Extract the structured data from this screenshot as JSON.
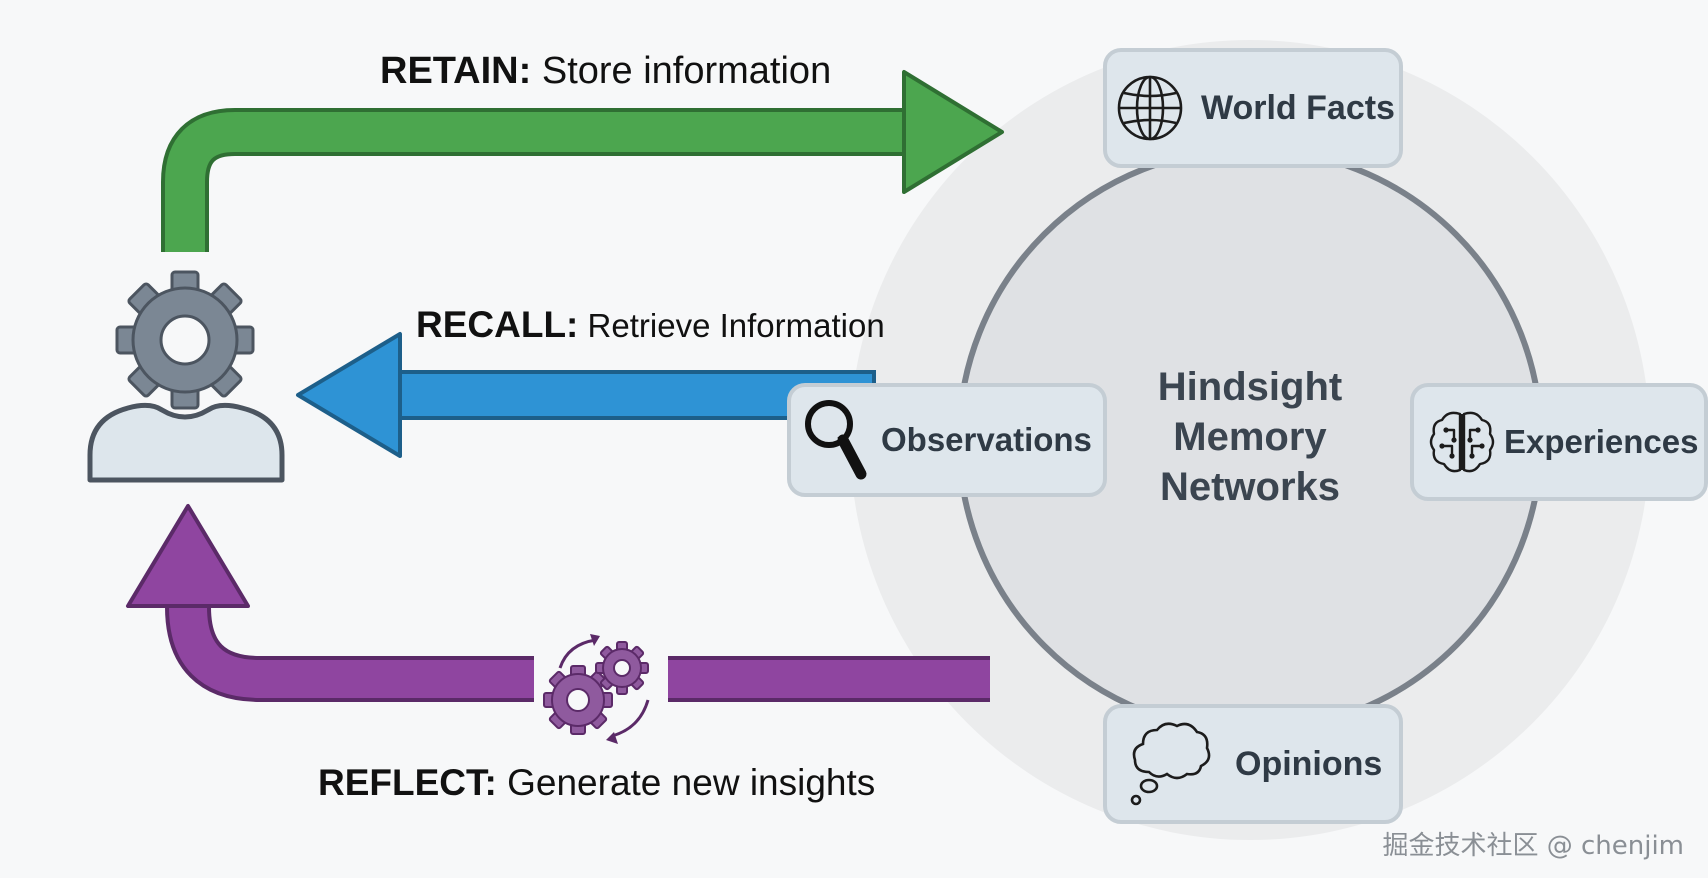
{
  "flows": {
    "retain": {
      "keyword": "RETAIN:",
      "description": "Store information",
      "color": "#4ca64f"
    },
    "recall": {
      "keyword": "RECALL:",
      "description": "Retrieve Information",
      "color": "#2e93d5"
    },
    "reflect": {
      "keyword": "REFLECT:",
      "description": "Generate new insights",
      "color": "#8f45a0"
    }
  },
  "network": {
    "title_lines": [
      "Hindsight",
      "Memory",
      "Networks"
    ]
  },
  "nodes": {
    "world_facts": {
      "label": "World Facts",
      "icon": "globe-icon"
    },
    "observations": {
      "label": "Observations",
      "icon": "magnifier-icon"
    },
    "experiences": {
      "label": "Experiences",
      "icon": "brain-circuit-icon"
    },
    "opinions": {
      "label": "Opinions",
      "icon": "thought-bubble-icon"
    }
  },
  "agent": {
    "icon": "user-gear-icon"
  },
  "reflect_icon": "cycle-gears-icon",
  "watermark": "掘金技术社区 @ chenjim",
  "colors": {
    "node_fill": "#dee6ec",
    "node_border": "#c4cdd4",
    "ring": "#7a818a",
    "halo": "#e9eaec",
    "disc": "#dfe1e4",
    "agent_gray": "#7b8794"
  }
}
